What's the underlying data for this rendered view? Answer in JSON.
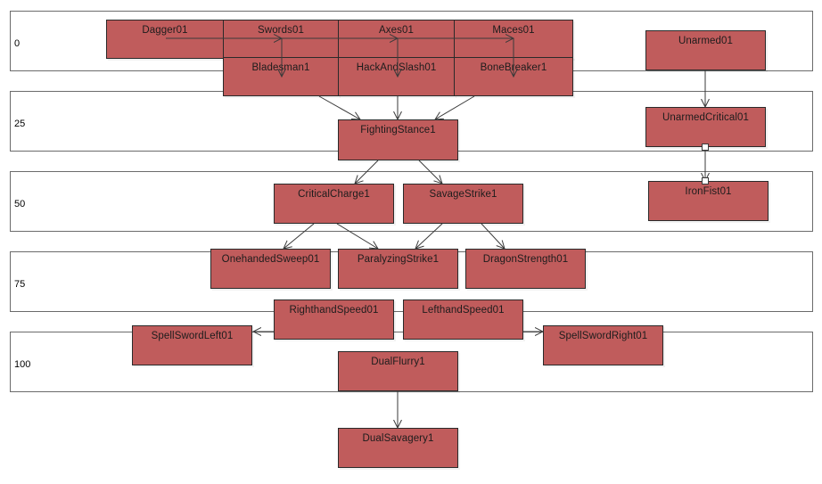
{
  "bands": [
    {
      "id": "band-0",
      "label": "0"
    },
    {
      "id": "band-25",
      "label": "25"
    },
    {
      "id": "band-50",
      "label": "50"
    },
    {
      "id": "band-75",
      "label": "75"
    },
    {
      "id": "band-100",
      "label": "100"
    }
  ],
  "nodes": [
    {
      "id": "dagger01",
      "label": "Dagger01"
    },
    {
      "id": "swords01",
      "label": "Swords01"
    },
    {
      "id": "axes01",
      "label": "Axes01"
    },
    {
      "id": "maces01",
      "label": "Maces01"
    },
    {
      "id": "bladesman1",
      "label": "Bladesman1"
    },
    {
      "id": "hackandslash01",
      "label": "HackAndSlash01"
    },
    {
      "id": "bonebreaker1",
      "label": "BoneBreaker1"
    },
    {
      "id": "unarmed01",
      "label": "Unarmed01"
    },
    {
      "id": "fightingstance1",
      "label": "FightingStance1"
    },
    {
      "id": "unarmedcritical01",
      "label": "UnarmedCritical01"
    },
    {
      "id": "criticalcharge1",
      "label": "CriticalCharge1"
    },
    {
      "id": "savagestrike1",
      "label": "SavageStrike1"
    },
    {
      "id": "ironfist01",
      "label": "IronFist01"
    },
    {
      "id": "onehandedsweep01",
      "label": "OnehandedSweep01"
    },
    {
      "id": "paralyzingstrike1",
      "label": "ParalyzingStrike1"
    },
    {
      "id": "dragonstrength01",
      "label": "DragonStrength01"
    },
    {
      "id": "righthandspeed01",
      "label": "RighthandSpeed01"
    },
    {
      "id": "lefthandspeed01",
      "label": "LefthandSpeed01"
    },
    {
      "id": "spellswordleft01",
      "label": "SpellSwordLeft01"
    },
    {
      "id": "spellswordright01",
      "label": "SpellSwordRight01"
    },
    {
      "id": "dualflurry1",
      "label": "DualFlurry1"
    },
    {
      "id": "dualsavagery1",
      "label": "DualSavagery1"
    }
  ],
  "edges": [
    {
      "from": "dagger01",
      "to": "swords01"
    },
    {
      "from": "swords01",
      "to": "axes01"
    },
    {
      "from": "axes01",
      "to": "maces01"
    },
    {
      "from": "swords01",
      "to": "bladesman1"
    },
    {
      "from": "axes01",
      "to": "hackandslash01"
    },
    {
      "from": "maces01",
      "to": "bonebreaker1"
    },
    {
      "from": "bladesman1",
      "to": "fightingstance1"
    },
    {
      "from": "hackandslash01",
      "to": "fightingstance1"
    },
    {
      "from": "bonebreaker1",
      "to": "fightingstance1"
    },
    {
      "from": "fightingstance1",
      "to": "criticalcharge1"
    },
    {
      "from": "fightingstance1",
      "to": "savagestrike1"
    },
    {
      "from": "criticalcharge1",
      "to": "onehandedsweep01"
    },
    {
      "from": "criticalcharge1",
      "to": "paralyzingstrike1"
    },
    {
      "from": "savagestrike1",
      "to": "paralyzingstrike1"
    },
    {
      "from": "savagestrike1",
      "to": "dragonstrength01"
    },
    {
      "from": "righthandspeed01",
      "to": "spellswordleft01"
    },
    {
      "from": "lefthandspeed01",
      "to": "spellswordright01"
    },
    {
      "from": "dualflurry1",
      "to": "dualsavagery1"
    },
    {
      "from": "unarmed01",
      "to": "unarmedcritical01"
    },
    {
      "from": "unarmedcritical01",
      "to": "ironfist01"
    }
  ],
  "colors": {
    "node_fill": "#c05c5c",
    "node_border": "#2a2a2a",
    "edge": "#3a3a3a",
    "band_border": "#6b6b6b"
  }
}
